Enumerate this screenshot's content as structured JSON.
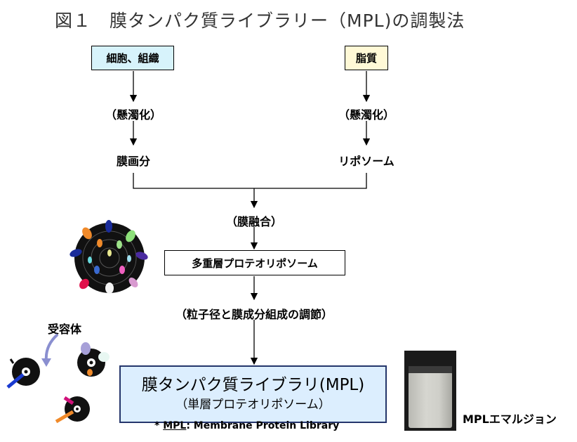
{
  "title": "図１　膜タンパク質ライブラリー（MPL)の調製法",
  "left_branch": {
    "source": "細胞、組織",
    "step1": "（懸濁化）",
    "step2": "膜画分"
  },
  "right_branch": {
    "source": "脂質",
    "step1": "（懸濁化）",
    "step2": "リポソーム"
  },
  "fusion": "（膜融合）",
  "mlv": "多重層プロテオリポソーム",
  "adjust": "（粒子径と膜成分組成の調節）",
  "result": {
    "line1": "膜タンパク質ライブラリ(MPL)",
    "line2": "（単層プロテオリポソーム）"
  },
  "footnote": {
    "star": "*",
    "abbr": "MPL",
    "rest": ": Membrane Protein Library"
  },
  "receptor_label": "受容体",
  "emulsion_label": "MPLエマルジョン",
  "colors": {
    "cell_box": "#d7f3fb",
    "lipid_box": "#fff9d6",
    "result_box": "#dceefe",
    "result_border": "#24356b"
  }
}
